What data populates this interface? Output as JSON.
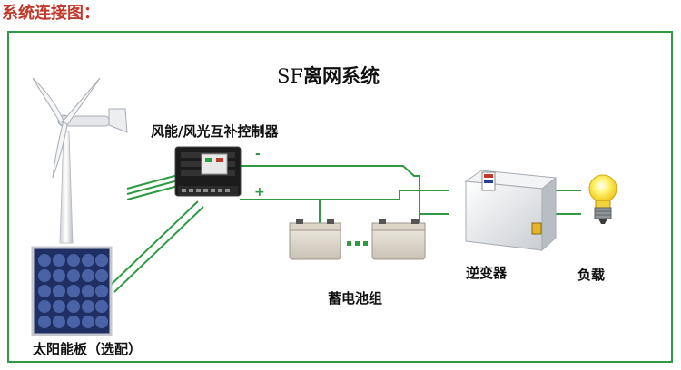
{
  "heading": "系统连接图：",
  "title": {
    "prefix": "SF",
    "main": "离网系统"
  },
  "components": {
    "controller": "风能/风光互补控制器",
    "solar_panel": "太阳能板（选配）",
    "battery": "蓄电池组",
    "inverter": "逆变器",
    "load": "负载"
  },
  "terminals": {
    "negative": "-",
    "positive": "+"
  },
  "colors": {
    "wire": "#2e9b44",
    "heading": "#c0392b",
    "frame": "#2e9b44"
  },
  "icons": {
    "wind_turbine": "wind-turbine-icon",
    "solar_panel": "solar-panel-icon",
    "controller": "controller-box-icon",
    "battery": "battery-icon",
    "inverter": "inverter-box-icon",
    "load": "light-bulb-icon"
  }
}
